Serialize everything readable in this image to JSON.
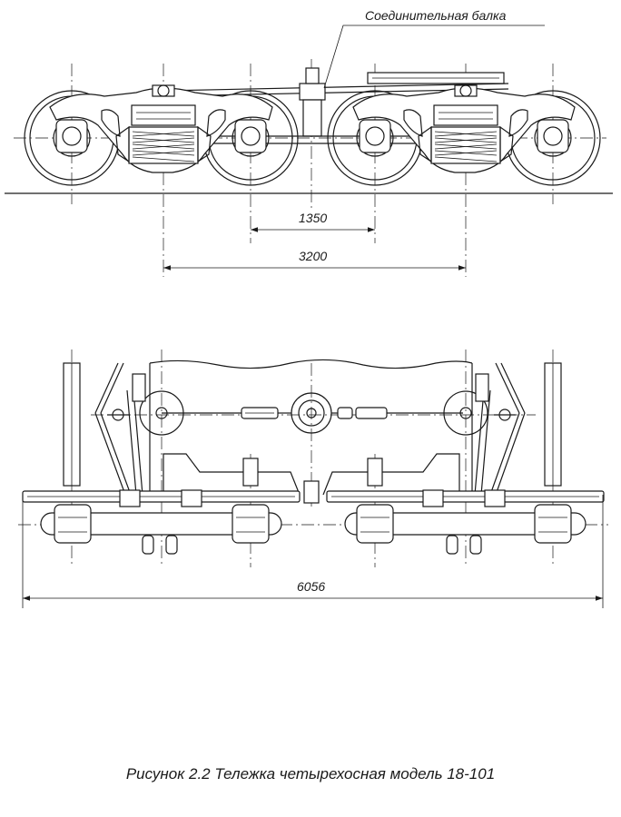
{
  "labels": {
    "connecting_beam": "Соединительная балка"
  },
  "dimensions": {
    "inner_axle_spacing": "1350",
    "bogie_base": "3200",
    "overall_length": "6056"
  },
  "caption": "Рисунок 2.2 Тележка четырехосная модель 18-101"
}
